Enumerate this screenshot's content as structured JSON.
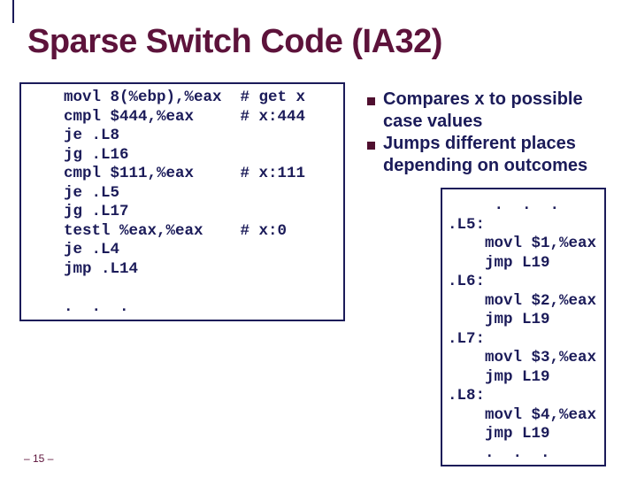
{
  "slide": {
    "title": "Sparse Switch Code (IA32)",
    "page_number": "– 15 –"
  },
  "left_code_box": {
    "code": "movl 8(%ebp),%eax  # get x\ncmpl $444,%eax     # x:444\nje .L8\njg .L16\ncmpl $111,%eax     # x:111\nje .L5\njg .L17\ntestl %eax,%eax    # x:0\nje .L4\njmp .L14\n\n.  .  ."
  },
  "right_code_box": {
    "code": "     .  .  .\n.L5:\n    movl $1,%eax\n    jmp L19\n.L6:\n    movl $2,%eax\n    jmp L19\n.L7:\n    movl $3,%eax\n    jmp L19\n.L8:\n    movl $4,%eax\n    jmp L19\n    .  .  ."
  },
  "bullets": [
    {
      "line1": "Compares x to possible",
      "line2": "case values"
    },
    {
      "line1": "Jumps different places",
      "line2": "depending on outcomes"
    }
  ],
  "icons": {
    "bullet": "square-bullet"
  },
  "colors": {
    "background": "#ffffff",
    "title_text": "#5d133b",
    "body_text": "#1b1b59",
    "code_text": "#1b1b59",
    "box_border": "#1b1b59",
    "bullet_square": "#4f0f2f",
    "page_number_text": "#5d133b"
  }
}
